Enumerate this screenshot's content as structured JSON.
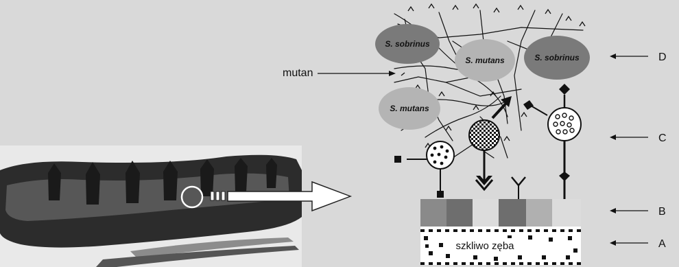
{
  "labels": {
    "mutan": "mutan",
    "enamel": "szkliwo zęba",
    "layer_d": "D",
    "layer_c": "C",
    "layer_b": "B",
    "layer_a": "A"
  },
  "bacteria": [
    {
      "name": "S. sobrinus"
    },
    {
      "name": "S. mutans"
    },
    {
      "name": "S. sobrinus"
    },
    {
      "name": "S. mutans"
    }
  ],
  "colors": {
    "background": "#d9d9d9",
    "photo_dark": "#2c2c2c",
    "sobrinus_fill": "#7a7a7a",
    "mutans_fill": "#b4b4b4",
    "pellicle_dark": "#8a8a8a",
    "pellicle_light": "#c9c9c9"
  }
}
